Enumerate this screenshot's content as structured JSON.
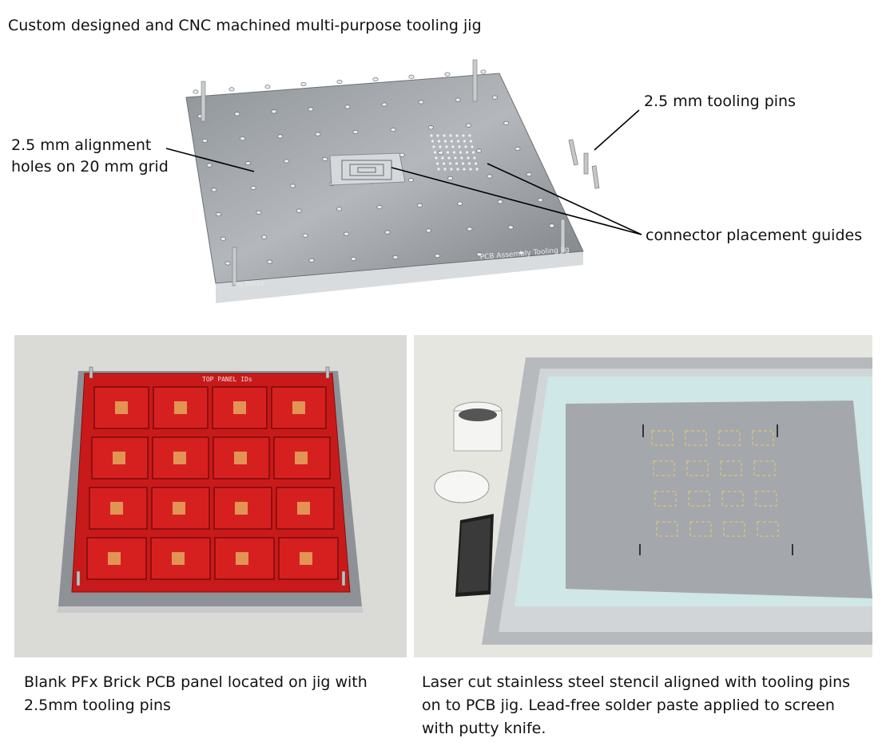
{
  "figure": {
    "title": "Custom designed and CNC machined multi-purpose tooling jig",
    "callouts": {
      "alignment_holes": [
        "2.5 mm alignment",
        "holes on 20 mm grid"
      ],
      "tooling_pins": "2.5 mm tooling pins",
      "connector_guides": "connector placement guides"
    },
    "engraving": {
      "jig_label": "PCB Assembly Tooling Jig",
      "brand": "Fx Bricks",
      "panel_label": "TOP PANEL IDs"
    },
    "photos": {
      "jig": "tooling jig photo",
      "pcb_panel": "PCB panel on jig photo",
      "stencil": "stencil on jig photo"
    },
    "captions": {
      "pcb_panel": [
        "Blank PFx Brick PCB panel located on jig with",
        "2.5mm tooling pins"
      ],
      "stencil": [
        "Laser cut stainless steel stencil aligned with tooling pins",
        "on to PCB jig.  Lead-free solder paste applied to screen",
        "with putty knife."
      ]
    },
    "colors": {
      "pcb_red": "#c81a1a",
      "aluminum": "#b9bcbf",
      "stencil_frame": "#cfe7e6"
    }
  }
}
